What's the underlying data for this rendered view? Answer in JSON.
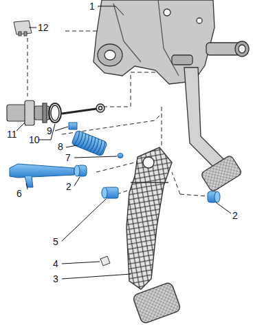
{
  "diagram": {
    "labels": [
      "1",
      "12",
      "11",
      "10",
      "9",
      "8",
      "7",
      "6",
      "2",
      "5",
      "2",
      "4",
      "3"
    ]
  }
}
